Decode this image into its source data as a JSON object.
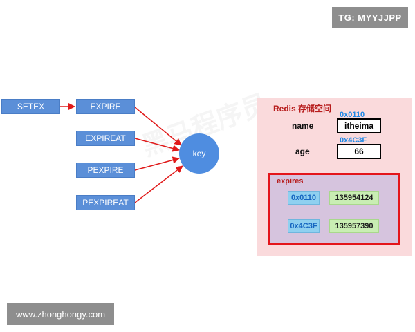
{
  "badges": {
    "top_right": "TG: MYYJJPP",
    "bottom_left": "www.zhonghongy.com"
  },
  "watermark": "黑马程序员",
  "commands": {
    "setex": "SETEX",
    "expire": "EXPIRE",
    "expireat": "EXPIREAT",
    "pexpire": "PEXPIRE",
    "pexpireat": "PEXPIREAT"
  },
  "key_node": "key",
  "redis": {
    "title": "Redis 存储空间",
    "entries": [
      {
        "field": "name",
        "address": "0x0110",
        "value": "itheima"
      },
      {
        "field": "age",
        "address": "0x4C3F",
        "value": "66"
      }
    ],
    "expires": {
      "title": "expires",
      "rows": [
        {
          "address": "0x0110",
          "timestamp": "135954124"
        },
        {
          "address": "0x4C3F",
          "timestamp": "135957390"
        }
      ]
    }
  },
  "colors": {
    "command_box": "#5b8fd8",
    "key_node": "#4f8de0",
    "arrow": "#e01a1a",
    "redis_panel": "#fadadc",
    "expires_border": "#e4151b",
    "address_text": "#1e88e5",
    "hex_chip": "#8fd0f0",
    "timestamp_chip": "#c9eeb3"
  }
}
